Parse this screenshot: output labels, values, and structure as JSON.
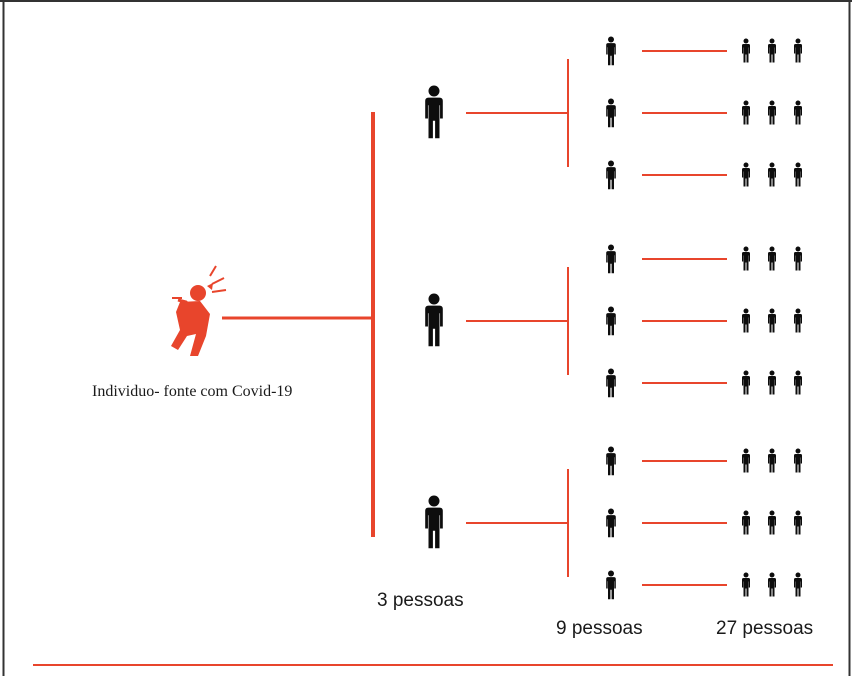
{
  "labels": {
    "source": "Individuo- fonte com Covid-19",
    "gen1": "3 pessoas",
    "gen2": "9 pessoas",
    "gen3": "27 pessoas"
  },
  "colors": {
    "line": "#e8452c",
    "source_figure": "#e8452c",
    "person": "#0d0d0d",
    "frame": "#333333"
  },
  "icons": {
    "source": "coughing-person-icon",
    "person": "person-icon"
  },
  "tree": {
    "gen1_count": 3,
    "gen2_per_gen1": 3,
    "gen3_per_gen2": 3
  }
}
